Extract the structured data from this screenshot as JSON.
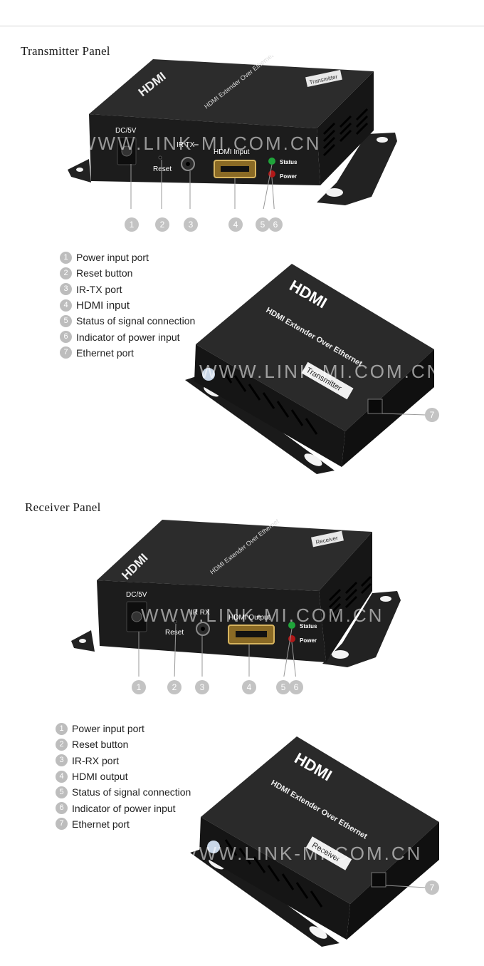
{
  "transmitter": {
    "title": "Transmitter Panel",
    "front_labels": {
      "dc": "DC/5V",
      "reset": "Reset",
      "ir": "IR  TX",
      "hdmi": "HDMI Input",
      "status": "Status",
      "power": "Power"
    },
    "top_text": "HDMI Extender Over Ethernet",
    "tag": "Transmitter",
    "brand": "HDMI",
    "callouts": [
      "1",
      "2",
      "3",
      "4",
      "5",
      "6"
    ],
    "ethernet_callout": "7",
    "legend": [
      {
        "num": "1",
        "label": "Power input port"
      },
      {
        "num": "2",
        "label": "Reset button"
      },
      {
        "num": "3",
        "label": "IR-TX port"
      },
      {
        "num": "4",
        "label": "HDMI input"
      },
      {
        "num": "5",
        "label": "Status of signal connection"
      },
      {
        "num": "6",
        "label": "Indicator of power input"
      },
      {
        "num": "7",
        "label": "Ethernet port"
      }
    ]
  },
  "receiver": {
    "title": "Receiver Panel",
    "front_labels": {
      "dc": "DC/5V",
      "reset": "Reset",
      "ir": "IR RX",
      "hdmi": "HDMI Output",
      "status": "Status",
      "power": "Power"
    },
    "top_text": "HDMI Extender Over Ethernet",
    "tag": "Receiver",
    "brand": "HDMI",
    "callouts": [
      "1",
      "2",
      "3",
      "4",
      "5",
      "6"
    ],
    "ethernet_callout": "7",
    "legend": [
      {
        "num": "1",
        "label": "Power input port"
      },
      {
        "num": "2",
        "label": "Reset button"
      },
      {
        "num": "3",
        "label": "IR-RX port"
      },
      {
        "num": "4",
        "label": "HDMI output"
      },
      {
        "num": "5",
        "label": "Status of signal connection"
      },
      {
        "num": "6",
        "label": "Indicator of power input"
      },
      {
        "num": "7",
        "label": "Ethernet port"
      }
    ]
  },
  "watermark": "WWW.LINK-MI.COM.CN",
  "colors": {
    "device_body": "#1c1c1c",
    "device_top": "#2a2a2a",
    "status_led": "#1fa43a",
    "power_led": "#b01818",
    "hdmi_port": "#c9a14a",
    "callout": "#c3c3c3"
  }
}
